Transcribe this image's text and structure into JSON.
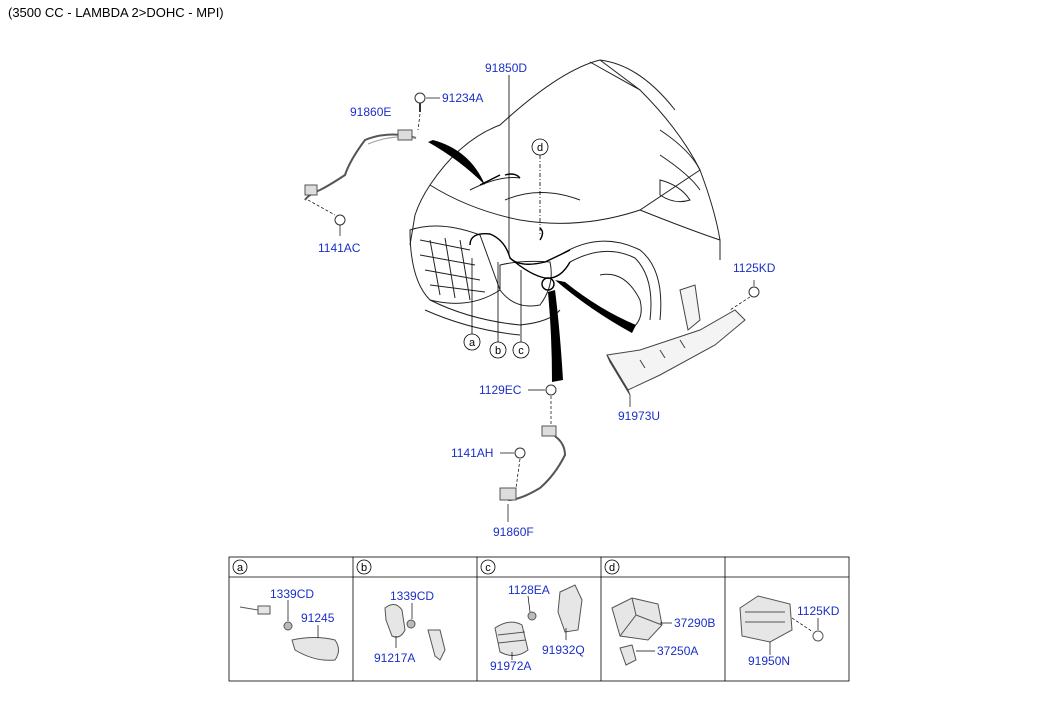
{
  "header": "(3500 CC - LAMBDA 2>DOHC - MPI)",
  "labels": {
    "p91850D": "91850D",
    "p91860E": "91860E",
    "p91234A": "91234A",
    "p1141AC": "1141AC",
    "p1125KD_top": "1125KD",
    "p91973U": "91973U",
    "p1129EC": "1129EC",
    "p1141AH": "1141AH",
    "p91860F": "91860F"
  },
  "callouts": {
    "a": "a",
    "b": "b",
    "c": "c",
    "d": "d"
  },
  "table": {
    "cells": [
      {
        "key": "a",
        "parts": [
          "1339CD",
          "91245"
        ]
      },
      {
        "key": "b",
        "parts": [
          "1339CD",
          "91217A"
        ]
      },
      {
        "key": "c",
        "parts": [
          "1128EA",
          "91932Q",
          "91972A"
        ]
      },
      {
        "key": "d",
        "parts": [
          "37290B",
          "37250A"
        ]
      },
      {
        "key": "",
        "parts": [
          "1125KD",
          "91950N"
        ]
      }
    ]
  },
  "colors": {
    "part_label": "#1a2fc8",
    "line": "#000000"
  }
}
